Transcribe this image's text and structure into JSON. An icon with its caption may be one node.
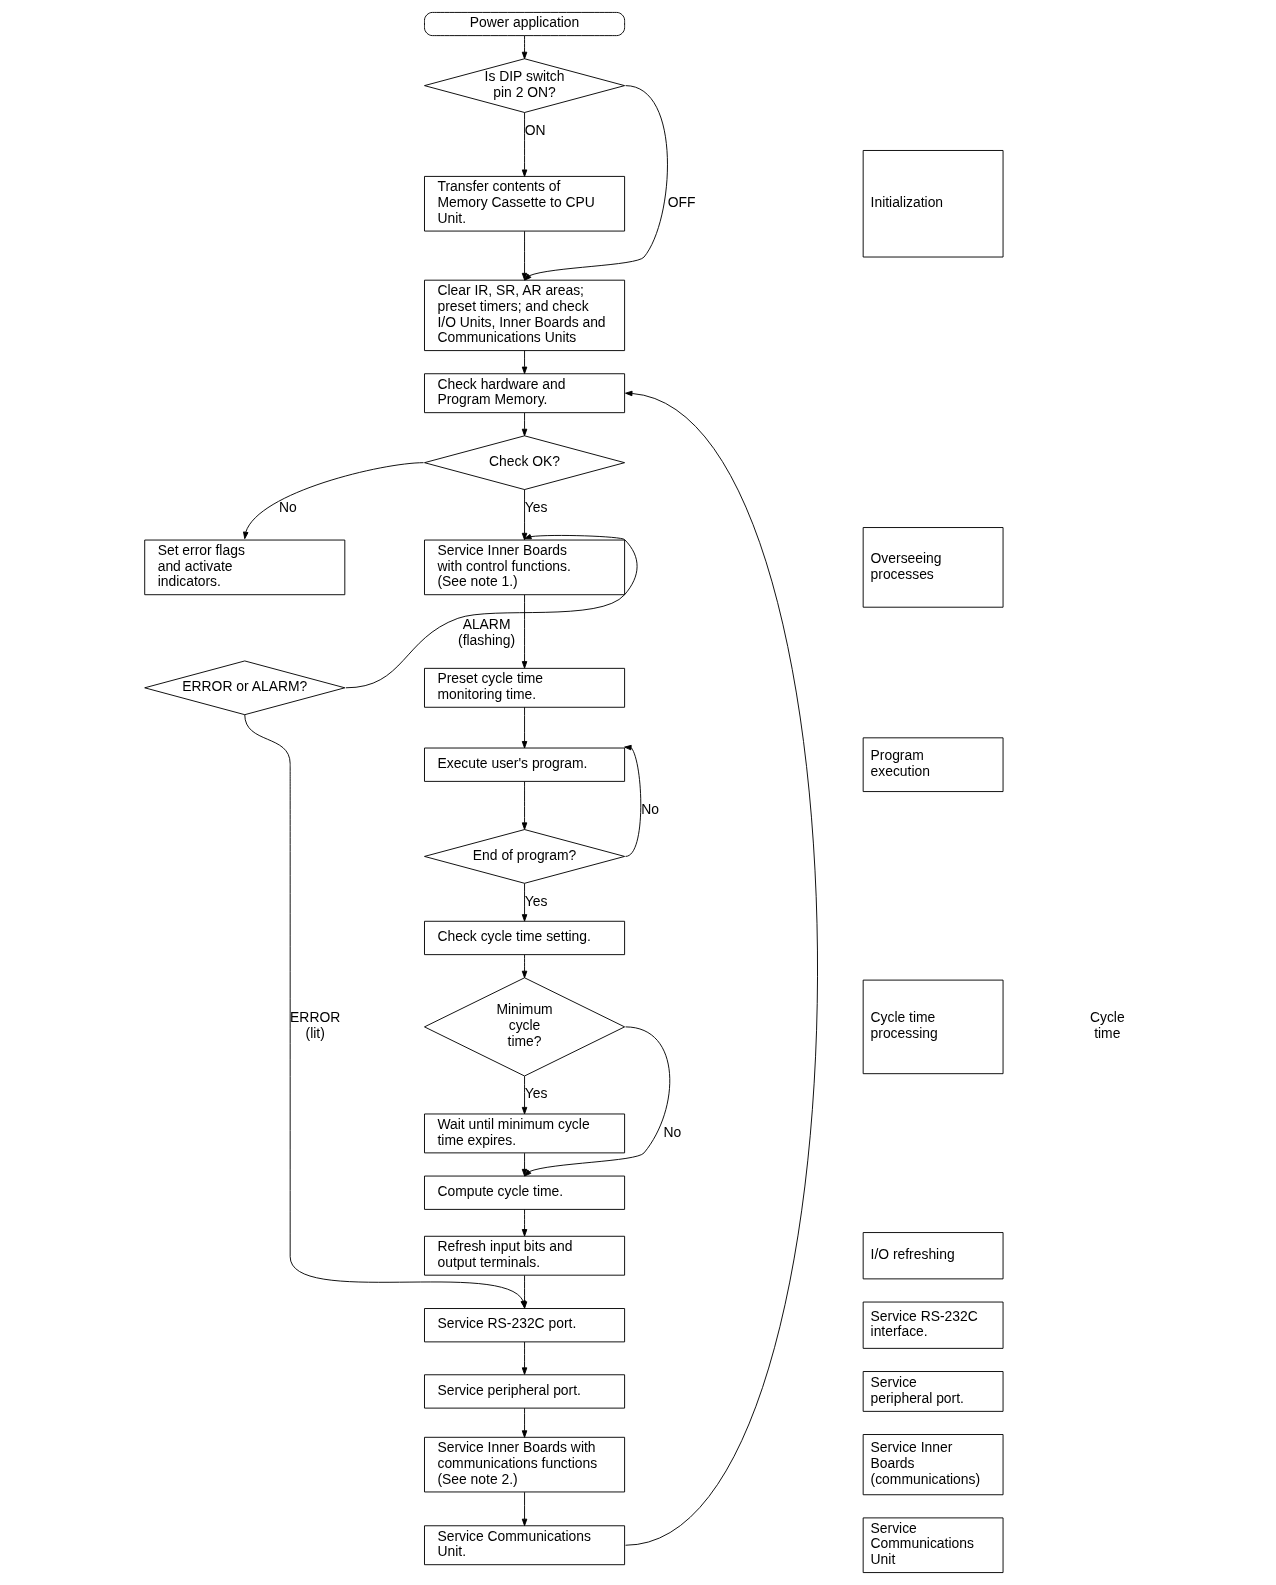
{
  "diagram": {
    "nodes": [
      {
        "text": [
          "Power application"
        ]
      },
      {
        "text": [
          "Is DIP switch pin 2 ON?"
        ]
      },
      {
        "text": [
          "Transfer contents of Memory Cassette to CPU Unit."
        ]
      },
      {
        "text": [
          "Clear IR, SR, AR areas; preset timers; and check I/O Units, Inner Boards and Communications Units"
        ]
      },
      {
        "text": [
          "Check hardware and Program Memory."
        ]
      },
      {
        "text": [
          "Check OK?"
        ]
      },
      {
        "text": [
          "Set error flags and activate indicators."
        ]
      },
      {
        "text": [
          "ERROR or ALARM?"
        ]
      },
      {
        "text": [
          "Service Inner Boards with control functions. (See note 1.)"
        ]
      },
      {
        "text": [
          "Preset cycle time monitoring time."
        ]
      },
      {
        "text": [
          "Execute user's program."
        ]
      },
      {
        "text": [
          "End of program?"
        ]
      },
      {
        "text": [
          "Check cycle time setting."
        ]
      },
      {
        "text": [
          "Minimum cycle time?"
        ]
      },
      {
        "text": [
          "Wait until minimum cycle time expires."
        ]
      },
      {
        "text": [
          "Compute cycle time."
        ]
      },
      {
        "text": [
          "Refresh input bits and output terminals."
        ]
      },
      {
        "text": [
          "Service RS-232C port."
        ]
      },
      {
        "text": [
          "Service peripheral port."
        ]
      },
      {
        "text": [
          "Service Inner Boards with communications functions (See note 2.)"
        ]
      },
      {
        "text": [
          "Service Communications Unit."
        ]
      },
      {
        "text": [
          "Initialization"
        ]
      },
      {
        "text": [
          "Overseeing processes"
        ]
      },
      {
        "text": [
          "Program execution"
        ]
      },
      {
        "text": [
          "Cycle time processing"
        ]
      },
      {
        "text": [
          "I/O refreshing"
        ]
      },
      {
        "text": [
          "Service RS-232C interface."
        ]
      },
      {
        "text": [
          "Service peripheral port."
        ]
      },
      {
        "text": [
          "Service Inner Boards (communications)"
        ]
      },
      {
        "text": [
          "Service Communications Unit"
        ]
      }
    ],
    "edges": [
      {
        "from": 0,
        "to": 1,
        "arrow": "to"
      },
      {
        "from": 1,
        "to": 2,
        "arrow": "to",
        "label": "ON"
      },
      {
        "from": 1,
        "to": 3,
        "arrow": "to",
        "label": "OFF"
      },
      {
        "from": 2,
        "to": 3,
        "arrow": "to"
      },
      {
        "from": 3,
        "to": 4,
        "arrow": "to"
      },
      {
        "from": 4,
        "to": 5,
        "arrow": "to"
      },
      {
        "from": 5,
        "to": 6,
        "arrow": "to",
        "label": "No"
      },
      {
        "from": 5,
        "to": 8,
        "arrow": "to",
        "label": "Yes"
      },
      {
        "from": 7,
        "to": 8,
        "arrow": "to",
        "label": "ALARM (flashing)"
      },
      {
        "from": 7,
        "to": 17,
        "arrow": "to",
        "label": "ERROR (lit)"
      },
      {
        "from": 8,
        "to": 9,
        "arrow": "to"
      },
      {
        "from": 9,
        "to": 10,
        "arrow": "to"
      },
      {
        "from": 10,
        "to": 11,
        "arrow": "to"
      },
      {
        "from": 11,
        "to": 10,
        "arrow": "to",
        "label": "No"
      },
      {
        "from": 11,
        "to": 12,
        "arrow": "to",
        "label": "Yes"
      },
      {
        "from": 12,
        "to": 13,
        "arrow": "to"
      },
      {
        "from": 13,
        "to": 14,
        "arrow": "to",
        "label": "Yes"
      },
      {
        "from": 13,
        "to": 15,
        "arrow": "to",
        "label": "No"
      },
      {
        "from": 14,
        "to": 15,
        "arrow": "to"
      },
      {
        "from": 15,
        "to": 16,
        "arrow": "to"
      },
      {
        "from": 16,
        "to": 17,
        "arrow": "to"
      },
      {
        "from": 17,
        "to": 18,
        "arrow": "to"
      },
      {
        "from": 18,
        "to": 19,
        "arrow": "to"
      },
      {
        "from": 19,
        "to": 20,
        "arrow": "to"
      },
      {
        "from": 20,
        "to": 4,
        "arrow": "to"
      }
    ],
    "labels": [
      "Cycle time"
    ]
  }
}
